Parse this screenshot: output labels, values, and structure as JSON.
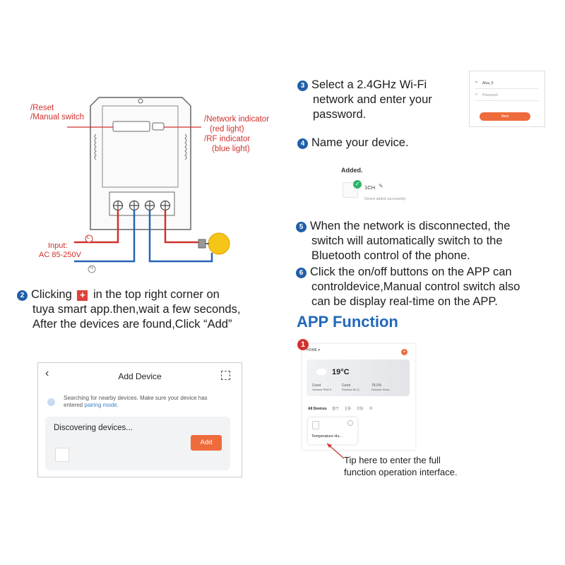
{
  "diagram": {
    "reset_label": "/Reset",
    "manual_label": "/Manual switch",
    "network_indicator_label": "/Network indicator",
    "network_indicator_color": "(red light)",
    "rf_indicator_label": "/RF indicator",
    "rf_indicator_color": "(blue light)",
    "input_label": "Input:",
    "input_voltage": "AC 85-250V",
    "live_symbol": "L",
    "neutral_symbol": "N",
    "colors": {
      "red": "#d0312d",
      "blue": "#2563b8",
      "outline": "#555555"
    }
  },
  "steps": {
    "step2": {
      "num": "2",
      "part1": "Clicking",
      "plus": "+",
      "part2": "in the top right corner on",
      "line2": "tuya smart app.then,wait a few seconds,",
      "line3": "After the devices are found,Click “Add”"
    },
    "step3": {
      "num": "3",
      "line1": "Select a 2.4GHz Wi-Fi",
      "line2": "network and enter your",
      "line3": "password."
    },
    "step4": {
      "num": "4",
      "line1": "Name your device."
    },
    "step5": {
      "num": "5",
      "line1": "When the network is disconnected, the",
      "line2": "switch will automatically switch to the",
      "line3": "Bluetooth control of the phone."
    },
    "step6": {
      "num": "6",
      "line1": "Click the on/off buttons on the APP can",
      "line2": "controldevice,Manual control switch also",
      "line3": "can be display real-time on the APP."
    }
  },
  "wifi_screen": {
    "ssid": "Alua_5",
    "password_placeholder": "Password",
    "next_button": "Next"
  },
  "added_screen": {
    "title": "Added.",
    "device_name": "1CH",
    "status": "Device added successfully"
  },
  "add_device_screen": {
    "title": "Add Device",
    "search_text": "Searching for nearby devices. Make sure your device has",
    "search_text2": "entered",
    "pairing_link": "pairing mode",
    "discovering": "Discovering devices...",
    "add_button": "Add"
  },
  "app_function": {
    "heading": "APP Function",
    "badge": "1",
    "home_label": "HOME",
    "temperature": "19°C",
    "weather_items": [
      {
        "label": "Good",
        "sub": "Outdoor PM2.5"
      },
      {
        "label": "Good",
        "sub": "Outdoor Air Q..."
      },
      {
        "label": "78.0%",
        "sub": "Outdoor Humi..."
      }
    ],
    "tabs": [
      "All Devices",
      "客厅",
      "主卧",
      "次卧",
      "书"
    ],
    "device_card_name": "Temperature Hu...",
    "tip_line1": "Tip here to enter the full",
    "tip_line2": "function operation interface."
  }
}
